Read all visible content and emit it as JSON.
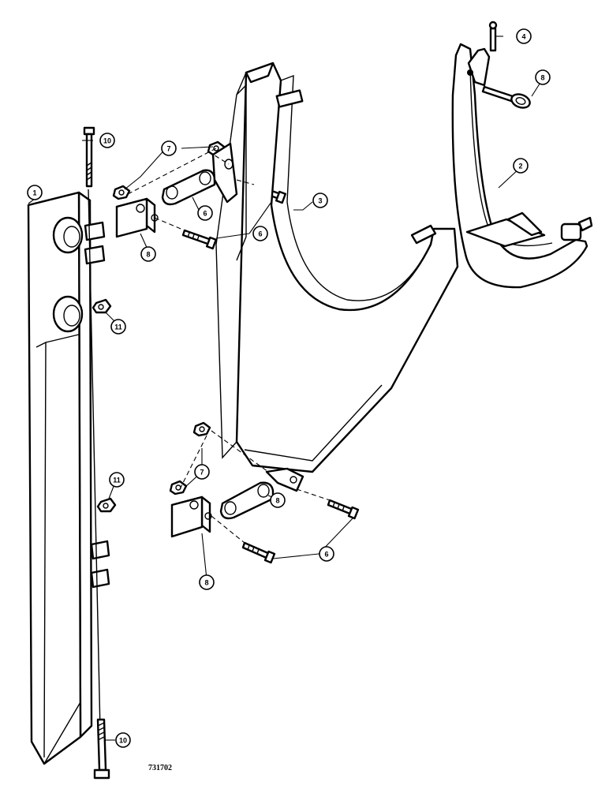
{
  "figure": {
    "number": "731702"
  },
  "callouts": [
    {
      "id": "c1",
      "label": "1"
    },
    {
      "id": "c2",
      "label": "2"
    },
    {
      "id": "c3",
      "label": "3"
    },
    {
      "id": "c4",
      "label": "4"
    },
    {
      "id": "c5",
      "label": "8"
    },
    {
      "id": "c6",
      "label": "10"
    },
    {
      "id": "c7",
      "label": "7"
    },
    {
      "id": "c8",
      "label": "6"
    },
    {
      "id": "c9",
      "label": "8"
    },
    {
      "id": "c10",
      "label": "6"
    },
    {
      "id": "c11",
      "label": "11"
    },
    {
      "id": "c12",
      "label": "7"
    },
    {
      "id": "c13",
      "label": "11"
    },
    {
      "id": "c14",
      "label": "8"
    },
    {
      "id": "c15",
      "label": "8"
    },
    {
      "id": "c16",
      "label": "6"
    },
    {
      "id": "c17",
      "label": "10"
    }
  ]
}
